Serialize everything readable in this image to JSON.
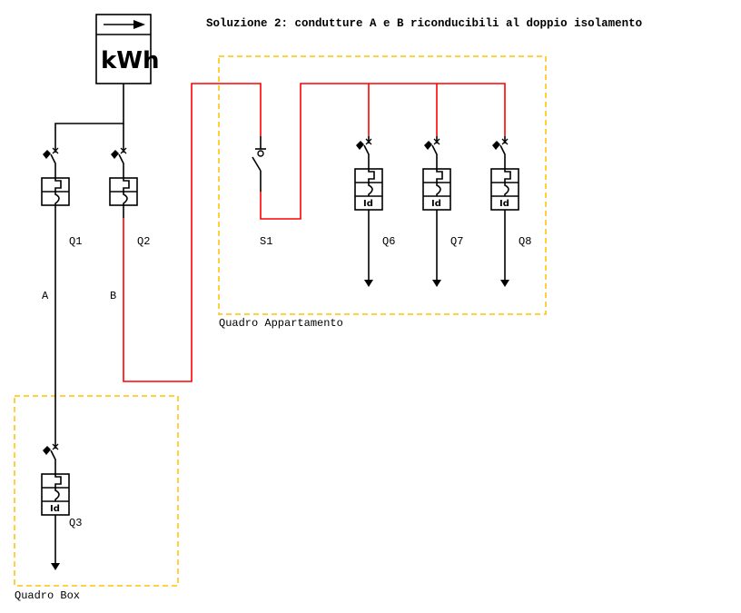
{
  "title": "Soluzione 2: condutture A e B riconducibili al doppio isolamento",
  "meter": {
    "label": "kWh",
    "icon": "arrow-right-icon"
  },
  "conductors": [
    {
      "id": "A",
      "label": "A",
      "color": "#000000"
    },
    {
      "id": "B",
      "label": "B",
      "color": "#ff0000"
    }
  ],
  "colors": {
    "wire": "#000000",
    "double_insulation_wire": "#ff0000",
    "panel_border": "#ffc000"
  },
  "devices": {
    "Q1": {
      "label": "Q1",
      "type": "magnetothermal-breaker",
      "differential": false
    },
    "Q2": {
      "label": "Q2",
      "type": "magnetothermal-breaker",
      "differential": false
    },
    "S1": {
      "label": "S1",
      "type": "switch"
    },
    "Q6": {
      "label": "Q6",
      "type": "differential-breaker",
      "differential": true,
      "id_label": "Id"
    },
    "Q7": {
      "label": "Q7",
      "type": "differential-breaker",
      "differential": true,
      "id_label": "Id"
    },
    "Q8": {
      "label": "Q8",
      "type": "differential-breaker",
      "differential": true,
      "id_label": "Id"
    },
    "Q3": {
      "label": "Q3",
      "type": "differential-breaker",
      "differential": true,
      "id_label": "Id"
    }
  },
  "panels": {
    "appartamento": {
      "label": "Quadro Appartamento"
    },
    "box": {
      "label": "Quadro Box"
    }
  }
}
